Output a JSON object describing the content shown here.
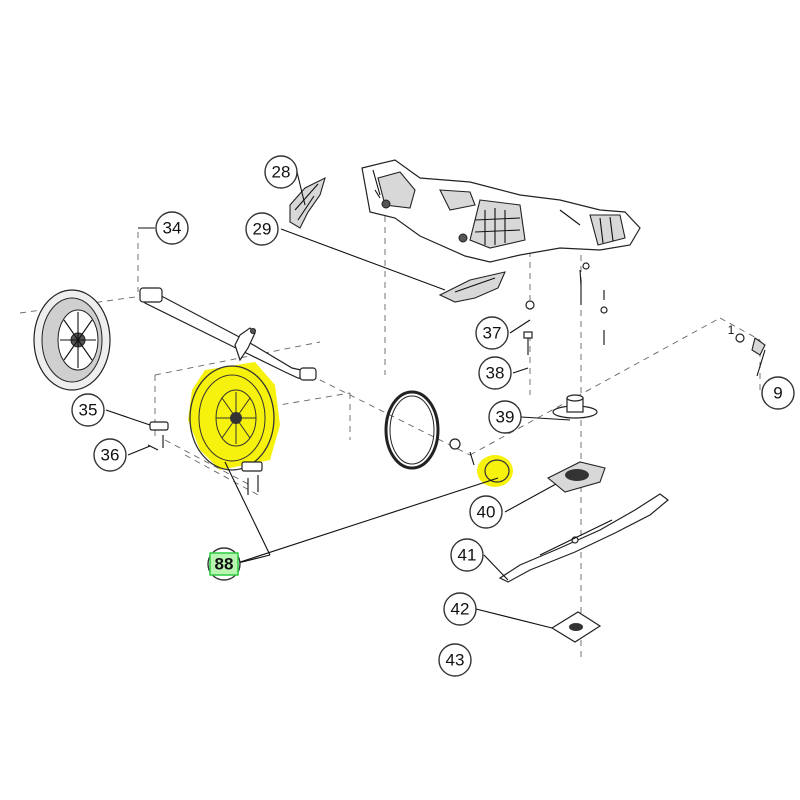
{
  "diagram": {
    "part_callouts": [
      "28",
      "29",
      "34",
      "35",
      "36",
      "37",
      "38",
      "39",
      "40",
      "41",
      "42",
      "43",
      "88",
      "9"
    ],
    "highlighted_callout": "88",
    "highlight_color": "#f5f000",
    "highlight_box_color": "#2ecc40",
    "small_marks": {
      "washer_mark": "1"
    }
  }
}
